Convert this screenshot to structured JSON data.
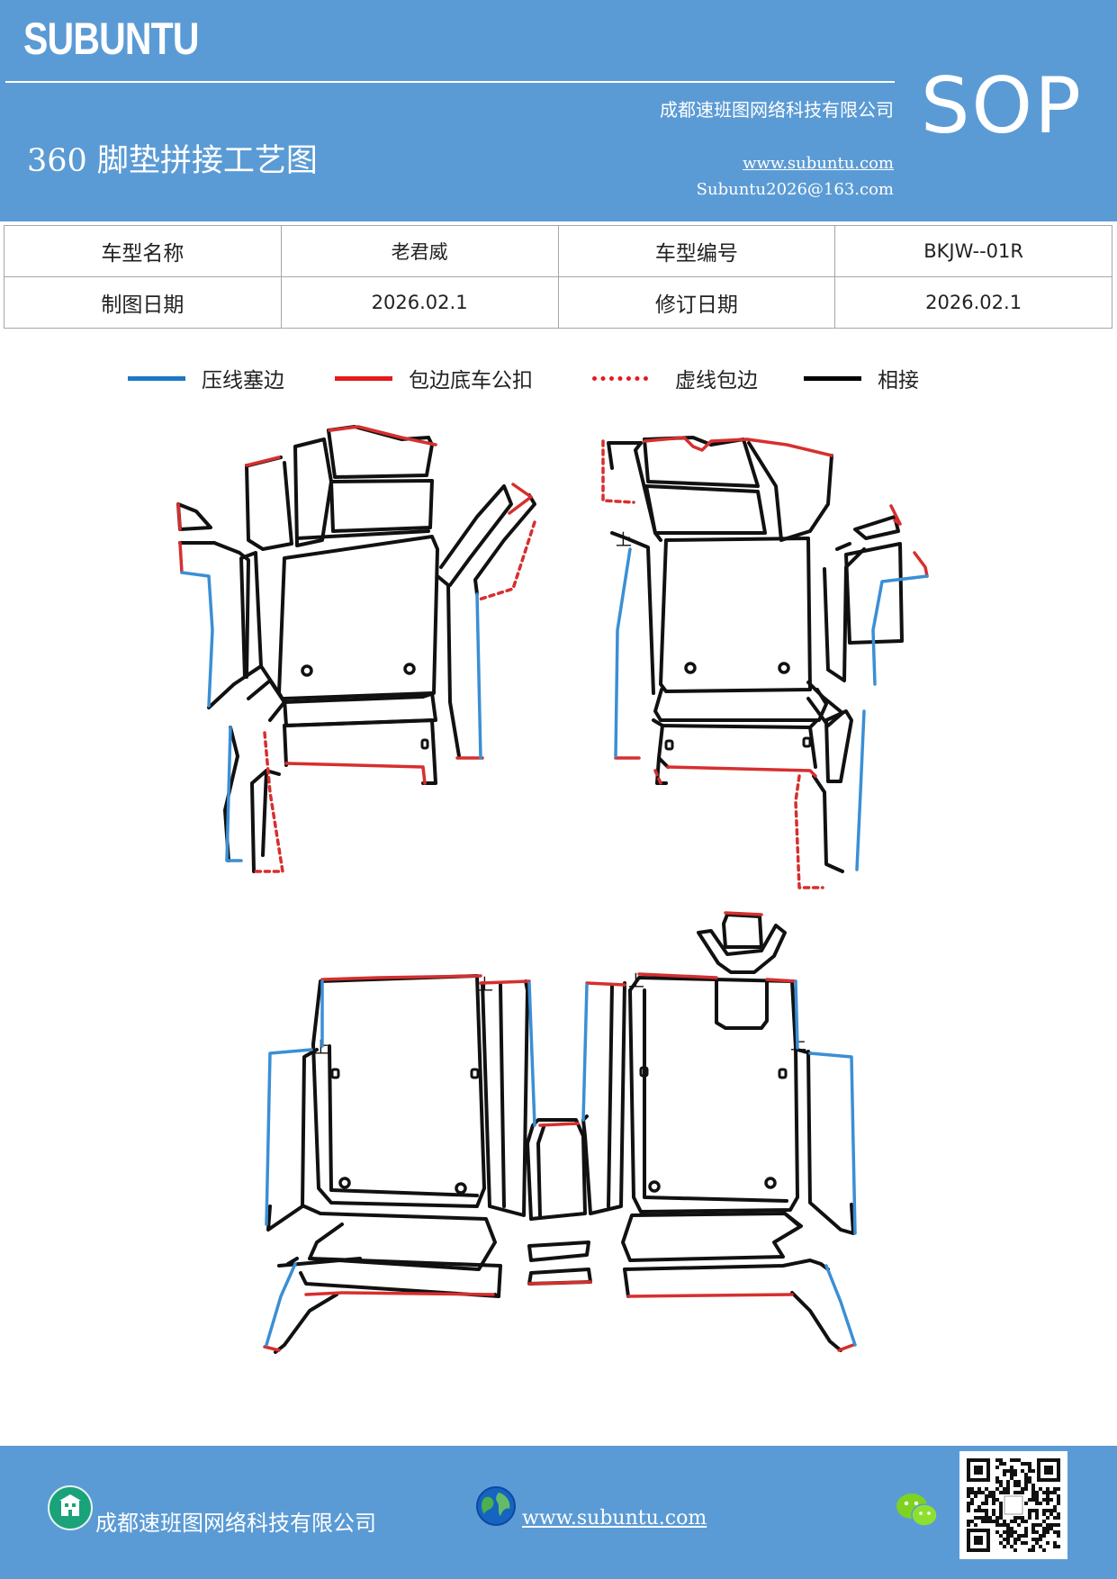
{
  "header": {
    "brand": "SUBUNTU",
    "company": "成都速班图网络科技有限公司",
    "title": "360 脚垫拼接工艺图",
    "website": "www.subuntu.com",
    "email": "Subuntu2026@163.com",
    "badge": "SOP",
    "bg_color": "#5b9bd5"
  },
  "info_table": {
    "rows": [
      {
        "label1": "车型名称",
        "value1": "老君威",
        "label2": "车型编号",
        "value2": "BKJW--01R"
      },
      {
        "label1": "制图日期",
        "value1": "2026.02.1",
        "label2": "修订日期",
        "value2": "2026.02.1"
      }
    ]
  },
  "legend": [
    {
      "label": "压线塞边",
      "color": "#1f77c6",
      "style": "solid"
    },
    {
      "label": "包边底车公扣",
      "color": "#e41a1c",
      "style": "solid"
    },
    {
      "label": "虚线包边",
      "color": "#e41a1c",
      "style": "dotted"
    },
    {
      "label": "相接",
      "color": "#000000",
      "style": "solid"
    }
  ],
  "diagram": {
    "marker": "上",
    "colors": {
      "pressed": "#3b8fd4",
      "wrap": "#d62f2f",
      "join": "#111111"
    }
  },
  "footer": {
    "company": "成都速班图网络科技有限公司",
    "website": "www.subuntu.com",
    "icons": [
      "building-icon",
      "globe-icon",
      "wechat-icon",
      "qr-code"
    ]
  }
}
